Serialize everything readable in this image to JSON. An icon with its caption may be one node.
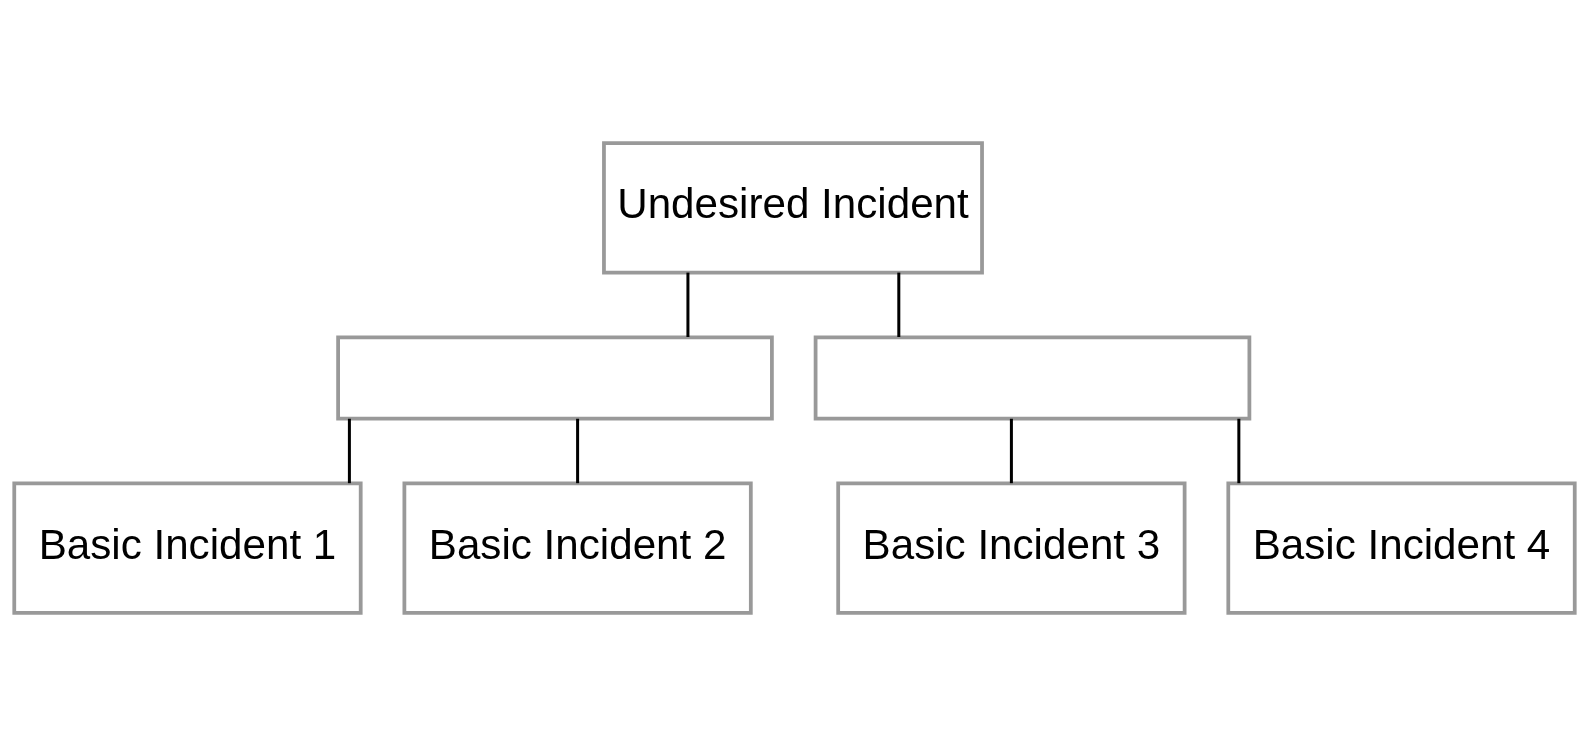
{
  "diagram": {
    "nodes": [
      {
        "text": [
          "Undesired Incident"
        ]
      },
      {
        "text": [],
        "shape": "box"
      },
      {
        "text": [],
        "shape": "box"
      },
      {
        "text": [
          "Basic Incident 1"
        ]
      },
      {
        "text": [
          "Basic Incident 2"
        ]
      },
      {
        "text": [
          "Basic Incident 3"
        ]
      },
      {
        "text": [
          "Basic Incident 4"
        ]
      }
    ],
    "edges": [
      {
        "from": 0,
        "to": 1,
        "arrow": "none"
      },
      {
        "from": 0,
        "to": 2,
        "arrow": "none"
      },
      {
        "from": 1,
        "to": 3,
        "arrow": "none"
      },
      {
        "from": 1,
        "to": 4,
        "arrow": "none"
      },
      {
        "from": 2,
        "to": 5,
        "arrow": "none"
      },
      {
        "from": 2,
        "to": 6,
        "arrow": "none"
      }
    ]
  }
}
